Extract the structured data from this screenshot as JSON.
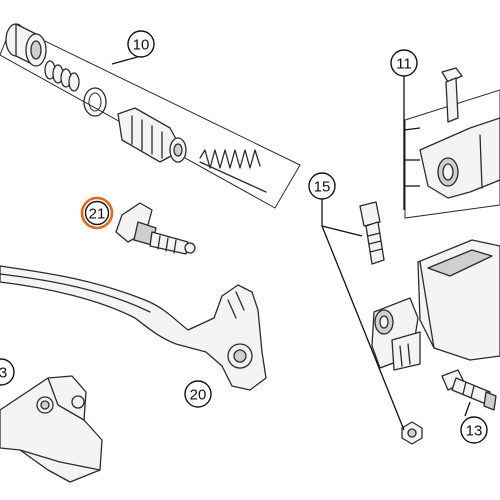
{
  "callouts": [
    {
      "id": "10",
      "label": "10",
      "highlighted": false
    },
    {
      "id": "11",
      "label": "11",
      "highlighted": false
    },
    {
      "id": "13",
      "label": "13",
      "highlighted": false
    },
    {
      "id": "15",
      "label": "15",
      "highlighted": false
    },
    {
      "id": "20",
      "label": "20",
      "highlighted": false
    },
    {
      "id": "21",
      "label": "21",
      "highlighted": true
    },
    {
      "id": "23",
      "label": "3",
      "highlighted": false
    }
  ],
  "colors": {
    "line": "#2b2b2b",
    "part_fill": "#f4f4f4",
    "highlight_ring": "#e06a1b",
    "background": "#ffffff"
  }
}
